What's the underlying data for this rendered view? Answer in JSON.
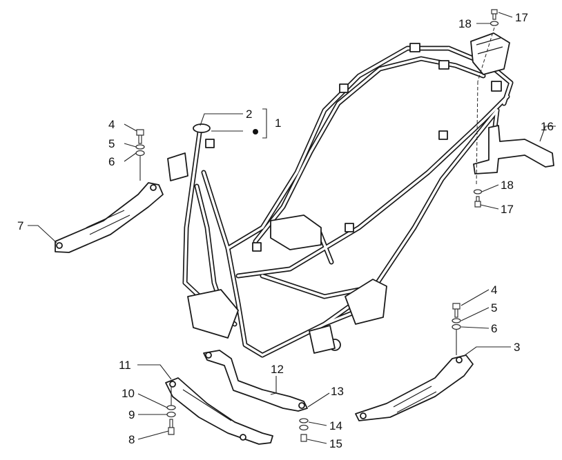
{
  "diagram": {
    "callouts": {
      "c1": "1",
      "c2": "2",
      "c3": "3",
      "c4a": "4",
      "c5a": "5",
      "c6a": "6",
      "c7": "7",
      "c4b": "4",
      "c5b": "5",
      "c6b": "6",
      "c8": "8",
      "c9": "9",
      "c10": "10",
      "c11": "11",
      "c12": "12",
      "c13": "13",
      "c14": "14",
      "c15": "15",
      "c16": "16",
      "c17a": "17",
      "c18a": "18",
      "c17b": "17",
      "c18b": "18"
    }
  }
}
